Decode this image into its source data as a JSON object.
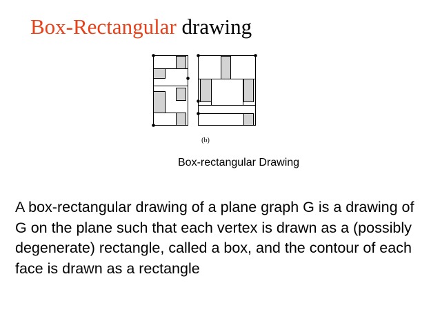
{
  "title": {
    "accent": "Box-Rectangular",
    "rest": " drawing"
  },
  "figure": {
    "panel_label": "(b)",
    "caption": "Box-rectangular Drawing",
    "box_fill": "#d3d3d3",
    "line_color": "#000000"
  },
  "body": {
    "paragraph": "A box-rectangular drawing of a plane graph G is a drawing of G on the plane such that each vertex is drawn as a (possibly degenerate) rectangle, called a box, and the contour of each face is drawn as a rectangle"
  },
  "colors": {
    "accent": "#e8411a",
    "text": "#000000",
    "background": "#ffffff"
  }
}
